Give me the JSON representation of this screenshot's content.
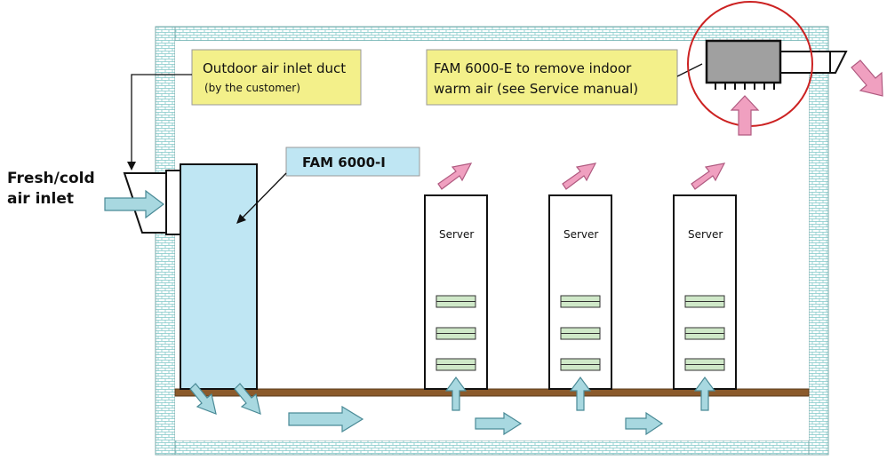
{
  "labels": {
    "fresh_inlet_line1": "Fresh/cold",
    "fresh_inlet_line2": "air inlet",
    "outdoor_duct_line1": "Outdoor air inlet duct",
    "outdoor_duct_line2": "(by the customer)",
    "fam_e_line1": "FAM 6000-E  to remove indoor",
    "fam_e_line2": "warm air (see Service manual)",
    "fam_i": "FAM 6000-I"
  },
  "servers": [
    {
      "label": "Server"
    },
    {
      "label": "Server"
    },
    {
      "label": "Server"
    }
  ],
  "colors": {
    "wall_pattern": "#7fc8c8",
    "fam_i_fill": "#bfe6f3",
    "callout_yellow": "#f3f08a",
    "callout_cyan": "#bfe6f3",
    "cold_arrow": "#a8d8e0",
    "warm_arrow": "#f0a0c0",
    "floor": "#8b5a2b",
    "vent_fill": "#cfe8c8",
    "fam_e_fill": "#a0a0a0",
    "highlight_ring": "#cc2222"
  }
}
